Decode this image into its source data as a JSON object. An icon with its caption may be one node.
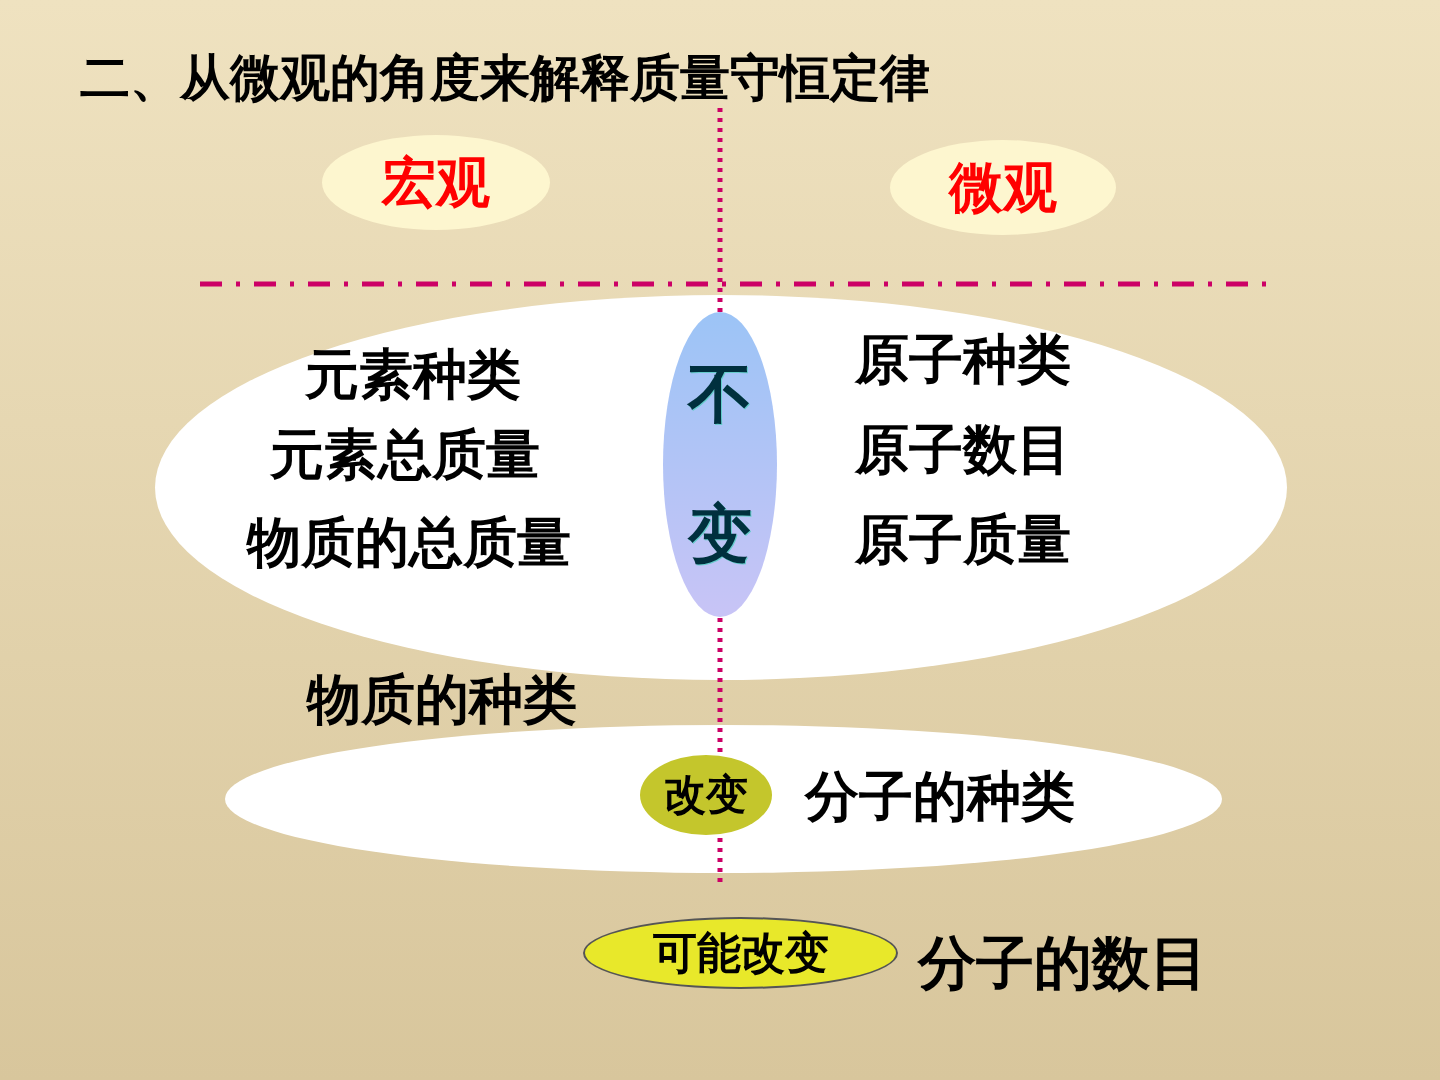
{
  "diagram": {
    "title": "二、从微观的角度来解释质量守恒定律",
    "nodes": [
      {
        "text": [
          "宏观"
        ]
      },
      {
        "text": [
          "微观"
        ]
      },
      {
        "text": [
          "元素种类",
          "元素总质量",
          "物质的总质量",
          "原子种类",
          "原子数目",
          "原子质量"
        ]
      },
      {
        "text": [
          "不变"
        ],
        "in": 2
      },
      {
        "text": [
          "分子的种类"
        ]
      },
      {
        "text": [
          "改变"
        ],
        "in": 4
      },
      {
        "text": [
          "可能改变"
        ]
      }
    ],
    "edges": [],
    "labels": [
      "物质的种类",
      "分子的数目"
    ]
  }
}
